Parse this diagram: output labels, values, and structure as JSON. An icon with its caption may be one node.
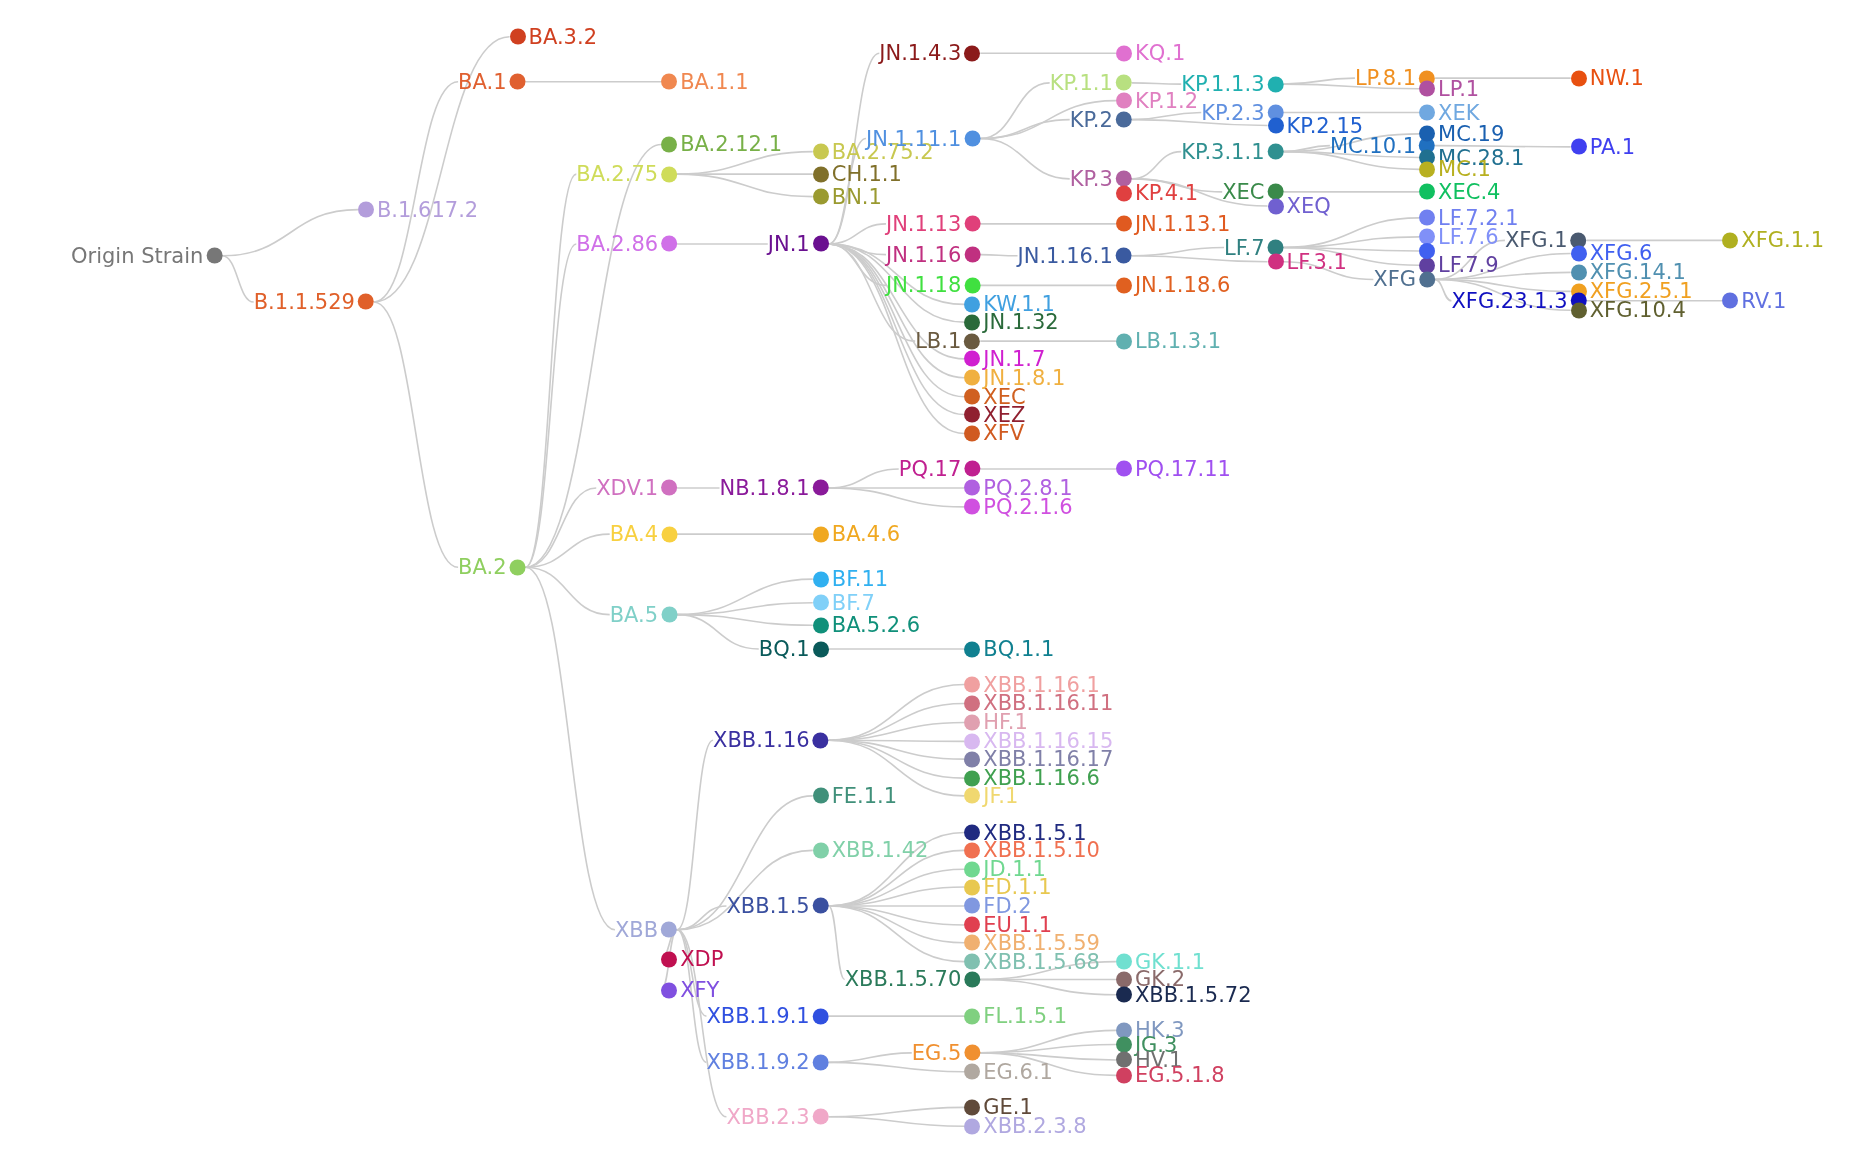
{
  "diagram": {
    "nodes": [
      {
        "text": [
          "Origin Strain"
        ]
      },
      {
        "text": [
          "B.1.617.2"
        ]
      },
      {
        "text": [
          "B.1.1.529"
        ]
      },
      {
        "text": [
          "BA.3.2"
        ]
      },
      {
        "text": [
          "BA.1"
        ]
      },
      {
        "text": [
          "BA.1.1"
        ]
      },
      {
        "text": [
          "BA.2"
        ]
      },
      {
        "text": [
          "BA.2.12.1"
        ]
      },
      {
        "text": [
          "BA.2.75"
        ]
      },
      {
        "text": [
          "BA.2.75.2"
        ]
      },
      {
        "text": [
          "CH.1.1"
        ]
      },
      {
        "text": [
          "BN.1"
        ]
      },
      {
        "text": [
          "BA.2.86"
        ]
      },
      {
        "text": [
          "JN.1"
        ]
      },
      {
        "text": [
          "JN.1.4.3"
        ]
      },
      {
        "text": [
          "KQ.1"
        ]
      },
      {
        "text": [
          "JN.1.11.1"
        ]
      },
      {
        "text": [
          "KP.1.1"
        ]
      },
      {
        "text": [
          "KP.1.1.3"
        ]
      },
      {
        "text": [
          "LP.8.1"
        ]
      },
      {
        "text": [
          "NW.1"
        ]
      },
      {
        "text": [
          "LP.1"
        ]
      },
      {
        "text": [
          "KP.1.2"
        ]
      },
      {
        "text": [
          "KP.2"
        ]
      },
      {
        "text": [
          "KP.2.3"
        ]
      },
      {
        "text": [
          "XEK"
        ]
      },
      {
        "text": [
          "KP.2.15"
        ]
      },
      {
        "text": [
          "KP.3"
        ]
      },
      {
        "text": [
          "KP.3.1.1"
        ]
      },
      {
        "text": [
          "MC.10.1"
        ]
      },
      {
        "text": [
          "MC.19"
        ]
      },
      {
        "text": [
          "MC.28.1"
        ]
      },
      {
        "text": [
          "MC.1"
        ]
      },
      {
        "text": [
          "PA.1"
        ]
      },
      {
        "text": [
          "KP.4.1"
        ]
      },
      {
        "text": [
          "XEC"
        ]
      },
      {
        "text": [
          "XEC.4"
        ]
      },
      {
        "text": [
          "XEQ"
        ]
      },
      {
        "text": [
          "JN.1.13"
        ]
      },
      {
        "text": [
          "JN.1.13.1"
        ]
      },
      {
        "text": [
          "JN.1.16"
        ]
      },
      {
        "text": [
          "JN.1.16.1"
        ]
      },
      {
        "text": [
          "LF.7"
        ]
      },
      {
        "text": [
          "LF.3.1"
        ]
      },
      {
        "text": [
          "LF.7.2.1"
        ]
      },
      {
        "text": [
          "LF.7.6"
        ]
      },
      {
        "text": [
          "LF.7.9"
        ]
      },
      {
        "text": [
          "XFG"
        ]
      },
      {
        "text": [
          "XFG.1"
        ]
      },
      {
        "text": [
          "XFG.6"
        ]
      },
      {
        "text": [
          "XFG.14.1"
        ]
      },
      {
        "text": [
          "XFG.2.5.1"
        ]
      },
      {
        "text": [
          "XFG.23.1.3"
        ]
      },
      {
        "text": [
          "XFG.10.4"
        ]
      },
      {
        "text": [
          "XFG.1.1"
        ]
      },
      {
        "text": [
          "RV.1"
        ]
      },
      {
        "text": [
          "JN.1.18"
        ]
      },
      {
        "text": [
          "JN.1.18.6"
        ]
      },
      {
        "text": [
          "KW.1.1"
        ]
      },
      {
        "text": [
          "JN.1.32"
        ]
      },
      {
        "text": [
          "LB.1"
        ]
      },
      {
        "text": [
          "LB.1.3.1"
        ]
      },
      {
        "text": [
          "JN.1.7"
        ]
      },
      {
        "text": [
          "JN.1.8.1"
        ]
      },
      {
        "text": [
          "XEC"
        ]
      },
      {
        "text": [
          "XEZ"
        ]
      },
      {
        "text": [
          "XFV"
        ]
      },
      {
        "text": [
          "XDV.1"
        ]
      },
      {
        "text": [
          "NB.1.8.1"
        ]
      },
      {
        "text": [
          "PQ.17"
        ]
      },
      {
        "text": [
          "PQ.17.11"
        ]
      },
      {
        "text": [
          "PQ.2.8.1"
        ]
      },
      {
        "text": [
          "PQ.2.1.6"
        ]
      },
      {
        "text": [
          "BA.4"
        ]
      },
      {
        "text": [
          "BA.4.6"
        ]
      },
      {
        "text": [
          "BA.5"
        ]
      },
      {
        "text": [
          "BF.11"
        ]
      },
      {
        "text": [
          "BF.7"
        ]
      },
      {
        "text": [
          "BA.5.2.6"
        ]
      },
      {
        "text": [
          "BQ.1"
        ]
      },
      {
        "text": [
          "BQ.1.1"
        ]
      },
      {
        "text": [
          "XBB"
        ]
      },
      {
        "text": [
          "XBB.1.16"
        ]
      },
      {
        "text": [
          "XBB.1.16.1"
        ]
      },
      {
        "text": [
          "XBB.1.16.11"
        ]
      },
      {
        "text": [
          "HF.1"
        ]
      },
      {
        "text": [
          "XBB.1.16.15"
        ]
      },
      {
        "text": [
          "XBB.1.16.17"
        ]
      },
      {
        "text": [
          "XBB.1.16.6"
        ]
      },
      {
        "text": [
          "JF.1"
        ]
      },
      {
        "text": [
          "FE.1.1"
        ]
      },
      {
        "text": [
          "XBB.1.42"
        ]
      },
      {
        "text": [
          "XBB.1.5"
        ]
      },
      {
        "text": [
          "XBB.1.5.1"
        ]
      },
      {
        "text": [
          "XBB.1.5.10"
        ]
      },
      {
        "text": [
          "JD.1.1"
        ]
      },
      {
        "text": [
          "FD.1.1"
        ]
      },
      {
        "text": [
          "FD.2"
        ]
      },
      {
        "text": [
          "EU.1.1"
        ]
      },
      {
        "text": [
          "XBB.1.5.59"
        ]
      },
      {
        "text": [
          "XBB.1.5.68"
        ]
      },
      {
        "text": [
          "XBB.1.5.70"
        ]
      },
      {
        "text": [
          "GK.1.1"
        ]
      },
      {
        "text": [
          "GK.2"
        ]
      },
      {
        "text": [
          "XBB.1.5.72"
        ]
      },
      {
        "text": [
          "XDP"
        ]
      },
      {
        "text": [
          "XFY"
        ]
      },
      {
        "text": [
          "XBB.1.9.1"
        ]
      },
      {
        "text": [
          "FL.1.5.1"
        ]
      },
      {
        "text": [
          "XBB.1.9.2"
        ]
      },
      {
        "text": [
          "EG.5"
        ]
      },
      {
        "text": [
          "EG.6.1"
        ]
      },
      {
        "text": [
          "HK.3"
        ]
      },
      {
        "text": [
          "JG.3"
        ]
      },
      {
        "text": [
          "HV.1"
        ]
      },
      {
        "text": [
          "EG.5.1.8"
        ]
      },
      {
        "text": [
          "XBB.2.3"
        ]
      },
      {
        "text": [
          "GE.1"
        ]
      },
      {
        "text": [
          "XBB.2.3.8"
        ]
      },
      {
        "text": [],
        "shape": "circle"
      }
    ],
    "edges": [
      {
        "from": 0,
        "to": 1,
        "arrow": "none"
      },
      {
        "from": 0,
        "to": 2,
        "arrow": "none"
      },
      {
        "from": 2,
        "to": 3,
        "arrow": "none"
      },
      {
        "from": 2,
        "to": 4,
        "arrow": "none"
      },
      {
        "from": 4,
        "to": 5,
        "arrow": "none"
      },
      {
        "from": 2,
        "to": 6,
        "arrow": "none"
      },
      {
        "from": 6,
        "to": 7,
        "arrow": "none"
      },
      {
        "from": 6,
        "to": 8,
        "arrow": "none"
      },
      {
        "from": 8,
        "to": 9,
        "arrow": "none"
      },
      {
        "from": 8,
        "to": 10,
        "arrow": "none"
      },
      {
        "from": 8,
        "to": 11,
        "arrow": "none"
      },
      {
        "from": 6,
        "to": 12,
        "arrow": "none"
      },
      {
        "from": 12,
        "to": 13,
        "arrow": "none"
      },
      {
        "from": 13,
        "to": 14,
        "arrow": "none"
      },
      {
        "from": 14,
        "to": 15,
        "arrow": "none"
      },
      {
        "from": 13,
        "to": 16,
        "arrow": "none"
      },
      {
        "from": 16,
        "to": 17,
        "arrow": "none"
      },
      {
        "from": 17,
        "to": 18,
        "arrow": "none"
      },
      {
        "from": 18,
        "to": 19,
        "arrow": "none"
      },
      {
        "from": 19,
        "to": 20,
        "arrow": "none"
      },
      {
        "from": 18,
        "to": 21,
        "arrow": "none"
      },
      {
        "from": 16,
        "to": 22,
        "arrow": "none"
      },
      {
        "from": 16,
        "to": 23,
        "arrow": "none"
      },
      {
        "from": 23,
        "to": 24,
        "arrow": "none"
      },
      {
        "from": 24,
        "to": 25,
        "arrow": "none"
      },
      {
        "from": 23,
        "to": 26,
        "arrow": "none"
      },
      {
        "from": 16,
        "to": 27,
        "arrow": "none"
      },
      {
        "from": 27,
        "to": 28,
        "arrow": "none"
      },
      {
        "from": 28,
        "to": 29,
        "arrow": "none"
      },
      {
        "from": 28,
        "to": 30,
        "arrow": "none"
      },
      {
        "from": 28,
        "to": 31,
        "arrow": "none"
      },
      {
        "from": 28,
        "to": 32,
        "arrow": "none"
      },
      {
        "from": 29,
        "to": 33,
        "arrow": "none"
      },
      {
        "from": 27,
        "to": 34,
        "arrow": "none"
      },
      {
        "from": 27,
        "to": 35,
        "arrow": "none"
      },
      {
        "from": 35,
        "to": 36,
        "arrow": "none"
      },
      {
        "from": 27,
        "to": 37,
        "arrow": "none"
      },
      {
        "from": 13,
        "to": 38,
        "arrow": "none"
      },
      {
        "from": 38,
        "to": 39,
        "arrow": "none"
      },
      {
        "from": 13,
        "to": 40,
        "arrow": "none"
      },
      {
        "from": 40,
        "to": 41,
        "arrow": "none"
      },
      {
        "from": 41,
        "to": 42,
        "arrow": "none"
      },
      {
        "from": 41,
        "to": 43,
        "arrow": "none"
      },
      {
        "from": 42,
        "to": 44,
        "arrow": "none"
      },
      {
        "from": 42,
        "to": 45,
        "arrow": "none"
      },
      {
        "from": 42,
        "to": 46,
        "arrow": "none"
      },
      {
        "from": 43,
        "to": 47,
        "arrow": "none"
      },
      {
        "from": 47,
        "to": 48,
        "arrow": "none"
      },
      {
        "from": 47,
        "to": 49,
        "arrow": "none"
      },
      {
        "from": 47,
        "to": 50,
        "arrow": "none"
      },
      {
        "from": 47,
        "to": 51,
        "arrow": "none"
      },
      {
        "from": 47,
        "to": 52,
        "arrow": "none"
      },
      {
        "from": 47,
        "to": 53,
        "arrow": "none"
      },
      {
        "from": 48,
        "to": 54,
        "arrow": "none"
      },
      {
        "from": 52,
        "to": 55,
        "arrow": "none"
      },
      {
        "from": 13,
        "to": 56,
        "arrow": "none"
      },
      {
        "from": 56,
        "to": 57,
        "arrow": "none"
      },
      {
        "from": 13,
        "to": 58,
        "arrow": "none"
      },
      {
        "from": 13,
        "to": 59,
        "arrow": "none"
      },
      {
        "from": 13,
        "to": 60,
        "arrow": "none"
      },
      {
        "from": 60,
        "to": 61,
        "arrow": "none"
      },
      {
        "from": 13,
        "to": 62,
        "arrow": "none"
      },
      {
        "from": 13,
        "to": 63,
        "arrow": "none"
      },
      {
        "from": 13,
        "to": 64,
        "arrow": "none"
      },
      {
        "from": 13,
        "to": 65,
        "arrow": "none"
      },
      {
        "from": 13,
        "to": 66,
        "arrow": "none"
      },
      {
        "from": 6,
        "to": 67,
        "arrow": "none"
      },
      {
        "from": 67,
        "to": 68,
        "arrow": "none"
      },
      {
        "from": 68,
        "to": 69,
        "arrow": "none"
      },
      {
        "from": 69,
        "to": 70,
        "arrow": "none"
      },
      {
        "from": 68,
        "to": 71,
        "arrow": "none"
      },
      {
        "from": 68,
        "to": 72,
        "arrow": "none"
      },
      {
        "from": 6,
        "to": 73,
        "arrow": "none"
      },
      {
        "from": 73,
        "to": 74,
        "arrow": "none"
      },
      {
        "from": 6,
        "to": 75,
        "arrow": "none"
      },
      {
        "from": 75,
        "to": 76,
        "arrow": "none"
      },
      {
        "from": 75,
        "to": 77,
        "arrow": "none"
      },
      {
        "from": 75,
        "to": 78,
        "arrow": "none"
      },
      {
        "from": 75,
        "to": 79,
        "arrow": "none"
      },
      {
        "from": 79,
        "to": 80,
        "arrow": "none"
      },
      {
        "from": 6,
        "to": 81,
        "arrow": "none"
      },
      {
        "from": 81,
        "to": 82,
        "arrow": "none"
      },
      {
        "from": 82,
        "to": 83,
        "arrow": "none"
      },
      {
        "from": 82,
        "to": 84,
        "arrow": "none"
      },
      {
        "from": 82,
        "to": 85,
        "arrow": "none"
      },
      {
        "from": 82,
        "to": 86,
        "arrow": "none"
      },
      {
        "from": 82,
        "to": 87,
        "arrow": "none"
      },
      {
        "from": 82,
        "to": 88,
        "arrow": "none"
      },
      {
        "from": 82,
        "to": 89,
        "arrow": "none"
      },
      {
        "from": 81,
        "to": 90,
        "arrow": "none"
      },
      {
        "from": 81,
        "to": 91,
        "arrow": "none"
      },
      {
        "from": 81,
        "to": 92,
        "arrow": "none"
      },
      {
        "from": 92,
        "to": 93,
        "arrow": "none"
      },
      {
        "from": 92,
        "to": 94,
        "arrow": "none"
      },
      {
        "from": 92,
        "to": 95,
        "arrow": "none"
      },
      {
        "from": 92,
        "to": 96,
        "arrow": "none"
      },
      {
        "from": 92,
        "to": 97,
        "arrow": "none"
      },
      {
        "from": 92,
        "to": 98,
        "arrow": "none"
      },
      {
        "from": 92,
        "to": 99,
        "arrow": "none"
      },
      {
        "from": 92,
        "to": 100,
        "arrow": "none"
      },
      {
        "from": 92,
        "to": 101,
        "arrow": "none"
      },
      {
        "from": 101,
        "to": 102,
        "arrow": "none"
      },
      {
        "from": 101,
        "to": 103,
        "arrow": "none"
      },
      {
        "from": 101,
        "to": 104,
        "arrow": "none"
      },
      {
        "from": 81,
        "to": 105,
        "arrow": "none"
      },
      {
        "from": 81,
        "to": 106,
        "arrow": "none"
      },
      {
        "from": 81,
        "to": 107,
        "arrow": "none"
      },
      {
        "from": 107,
        "to": 108,
        "arrow": "none"
      },
      {
        "from": 81,
        "to": 109,
        "arrow": "none"
      },
      {
        "from": 109,
        "to": 110,
        "arrow": "none"
      },
      {
        "from": 109,
        "to": 111,
        "arrow": "none"
      },
      {
        "from": 110,
        "to": 112,
        "arrow": "none"
      },
      {
        "from": 110,
        "to": 113,
        "arrow": "none"
      },
      {
        "from": 110,
        "to": 114,
        "arrow": "none"
      },
      {
        "from": 110,
        "to": 115,
        "arrow": "none"
      },
      {
        "from": 81,
        "to": 116,
        "arrow": "none"
      },
      {
        "from": 116,
        "to": 117,
        "arrow": "none"
      },
      {
        "from": 116,
        "to": 118,
        "arrow": "none"
      },
      {
        "from": 42,
        "to": 119,
        "arrow": "none"
      }
    ]
  }
}
